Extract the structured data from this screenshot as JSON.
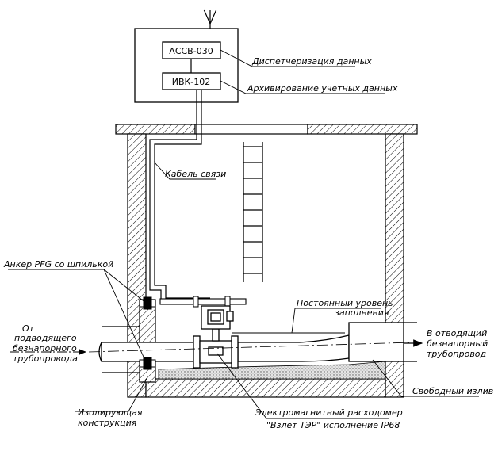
{
  "devices": {
    "assv": "АССВ-030",
    "ivk": "ИВК-102"
  },
  "labels": {
    "dispatch": "Диспетчеризация данных",
    "archive": "Архивирование учетных данных",
    "cable": "Кабель связи",
    "anchor": "Анкер PFG со шпилькой",
    "inlet_line1": "От",
    "inlet_line2": "подводящего",
    "inlet_line3": "безнапорного",
    "inlet_line4": "трубопровода",
    "level_line1": "Постоянный уровень",
    "level_line2": "заполнения",
    "outlet_line1": "В отводящий",
    "outlet_line2": "безнапорный",
    "outlet_line3": "трубопровод",
    "free_outflow": "Свободный излив",
    "insulating_line1": "Изолирующая",
    "insulating_line2": "конструкция",
    "flowmeter_line1": "Электромагнитный расходомер",
    "flowmeter_line2": "\"Взлет ТЭР\" исполнение IP68"
  },
  "colors": {
    "line": "#000000",
    "background": "#ffffff",
    "sediment": "#d8d8d8"
  }
}
